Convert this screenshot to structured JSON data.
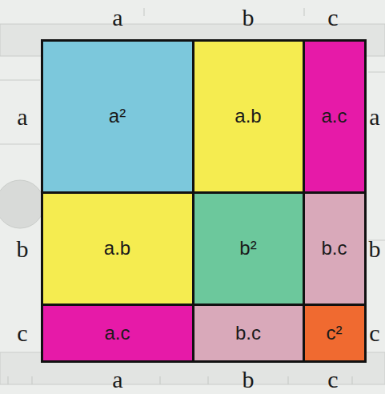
{
  "diagram": {
    "nodes": [
      {
        "text": [
          "a²"
        ]
      },
      {
        "text": [
          "a.b"
        ]
      },
      {
        "text": [
          "a.c"
        ]
      },
      {
        "text": [
          "a.b"
        ]
      },
      {
        "text": [
          "b²"
        ]
      },
      {
        "text": [
          "b.c"
        ]
      },
      {
        "text": [
          "a.c"
        ]
      },
      {
        "text": [
          "b.c"
        ]
      },
      {
        "text": [
          "c²"
        ]
      }
    ],
    "labels": [
      "a",
      "b",
      "c",
      "a",
      "a",
      "b",
      "b",
      "c",
      "c",
      "a",
      "b",
      "c"
    ]
  }
}
